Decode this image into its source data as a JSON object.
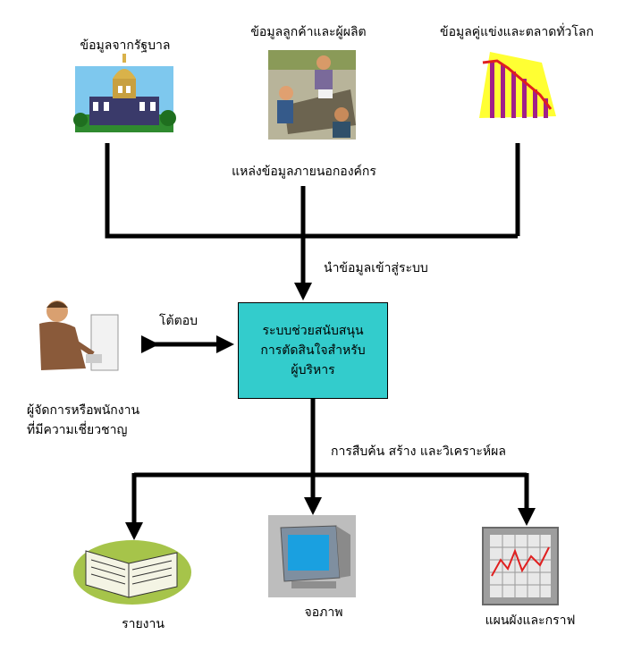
{
  "sources": {
    "government": "ข้อมูลจากรัฐบาล",
    "customers": "ข้อมูลลูกค้าและผู้ผลิต",
    "competitors": "ข้อมูลคู่แข่งและตลาดทั่วโลก"
  },
  "external_label": "แหล่งข้อมูลภายนอกองค์กร",
  "input_label": "นำข้อมูลเข้าสู่ระบบ",
  "dss": {
    "line1": "ระบบช่วยสนับสนุน",
    "line2": "การตัดสินใจสำหรับ",
    "line3": "ผู้บริหาร"
  },
  "interact_label": "โต้ตอบ",
  "expert": {
    "line1": "ผู้จัดการหรือพนักงาน",
    "line2": "ที่มีความเชี่ยวชาญ"
  },
  "process_label": "การสืบค้น สร้าง และวิเคราะห์ผล",
  "outputs": {
    "report": "รายงาน",
    "screen": "จอภาพ",
    "chart": "แผนผังและกราฟ"
  },
  "colors": {
    "dss_fill": "#33cccc",
    "line": "#000000"
  }
}
